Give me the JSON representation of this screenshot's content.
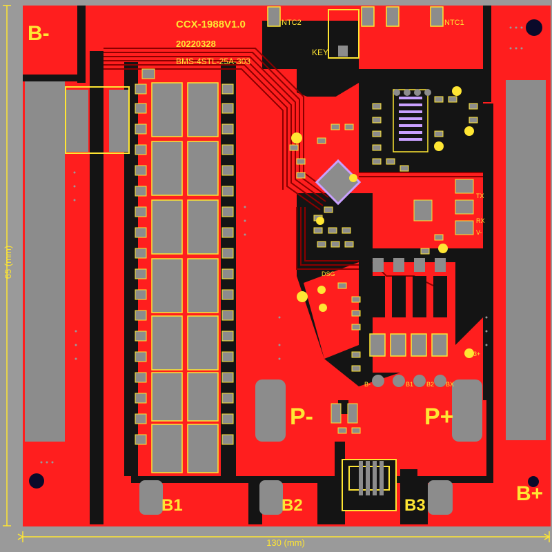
{
  "board": {
    "title": "CCX-1988V1.0",
    "date": "20220328",
    "model": "BMS-4STL-25A-303",
    "pads": {
      "b_minus": "B-",
      "b_plus": "B+",
      "p_minus": "P-",
      "p_plus": "P+",
      "b1": "B1",
      "b2": "B2",
      "b3": "B3"
    },
    "components": {
      "ntc1": "NTC1",
      "ntc2": "NTC2",
      "key": "KEY",
      "dsg": "DSG",
      "tx": "TX",
      "rx": "RX",
      "v_minus": "V-",
      "b3_plus": "B3+",
      "b_minus_small": "B-",
      "b1_small": "B1",
      "b2_small": "B2",
      "bx_small": "BX"
    }
  },
  "dimensions": {
    "width_label": "130 (mm)",
    "height_label": "65 (mm)"
  },
  "colors": {
    "copper_top": "#ff1e1e",
    "board_bg": "#9a9a9a",
    "silkscreen": "#ffe633",
    "pad": "#8c8c8c",
    "void": "#141414",
    "dark_copper": "#b50d0d"
  }
}
